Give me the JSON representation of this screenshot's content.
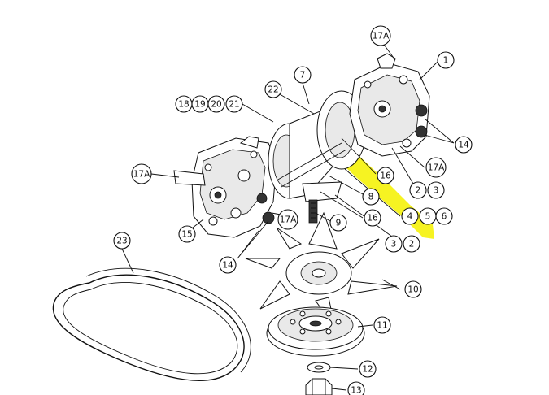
{
  "callouts": [
    {
      "id": "c-17a-top",
      "label": "17A"
    },
    {
      "id": "c-1",
      "label": "1"
    },
    {
      "id": "c-7",
      "label": "7"
    },
    {
      "id": "c-22",
      "label": "22"
    },
    {
      "id": "c-18",
      "label": "18"
    },
    {
      "id": "c-19",
      "label": "19"
    },
    {
      "id": "c-20",
      "label": "20"
    },
    {
      "id": "c-21",
      "label": "21"
    },
    {
      "id": "c-14-right",
      "label": "14"
    },
    {
      "id": "c-17a-right",
      "label": "17A"
    },
    {
      "id": "c-16-upper",
      "label": "16"
    },
    {
      "id": "c-2-upper",
      "label": "2"
    },
    {
      "id": "c-3-upper",
      "label": "3"
    },
    {
      "id": "c-17a-left",
      "label": "17A"
    },
    {
      "id": "c-8",
      "label": "8"
    },
    {
      "id": "c-4",
      "label": "4"
    },
    {
      "id": "c-5",
      "label": "5"
    },
    {
      "id": "c-6",
      "label": "6"
    },
    {
      "id": "c-16-lower",
      "label": "16"
    },
    {
      "id": "c-17a-mid",
      "label": "17A"
    },
    {
      "id": "c-9",
      "label": "9"
    },
    {
      "id": "c-15",
      "label": "15"
    },
    {
      "id": "c-3-lower",
      "label": "3"
    },
    {
      "id": "c-2-lower",
      "label": "2"
    },
    {
      "id": "c-23",
      "label": "23"
    },
    {
      "id": "c-14-left",
      "label": "14"
    },
    {
      "id": "c-10",
      "label": "10"
    },
    {
      "id": "c-11",
      "label": "11"
    },
    {
      "id": "c-12",
      "label": "12"
    },
    {
      "id": "c-13",
      "label": "13"
    }
  ],
  "colors": {
    "highlight": "#f5f20a",
    "line": "#111111",
    "background": "#ffffff"
  }
}
